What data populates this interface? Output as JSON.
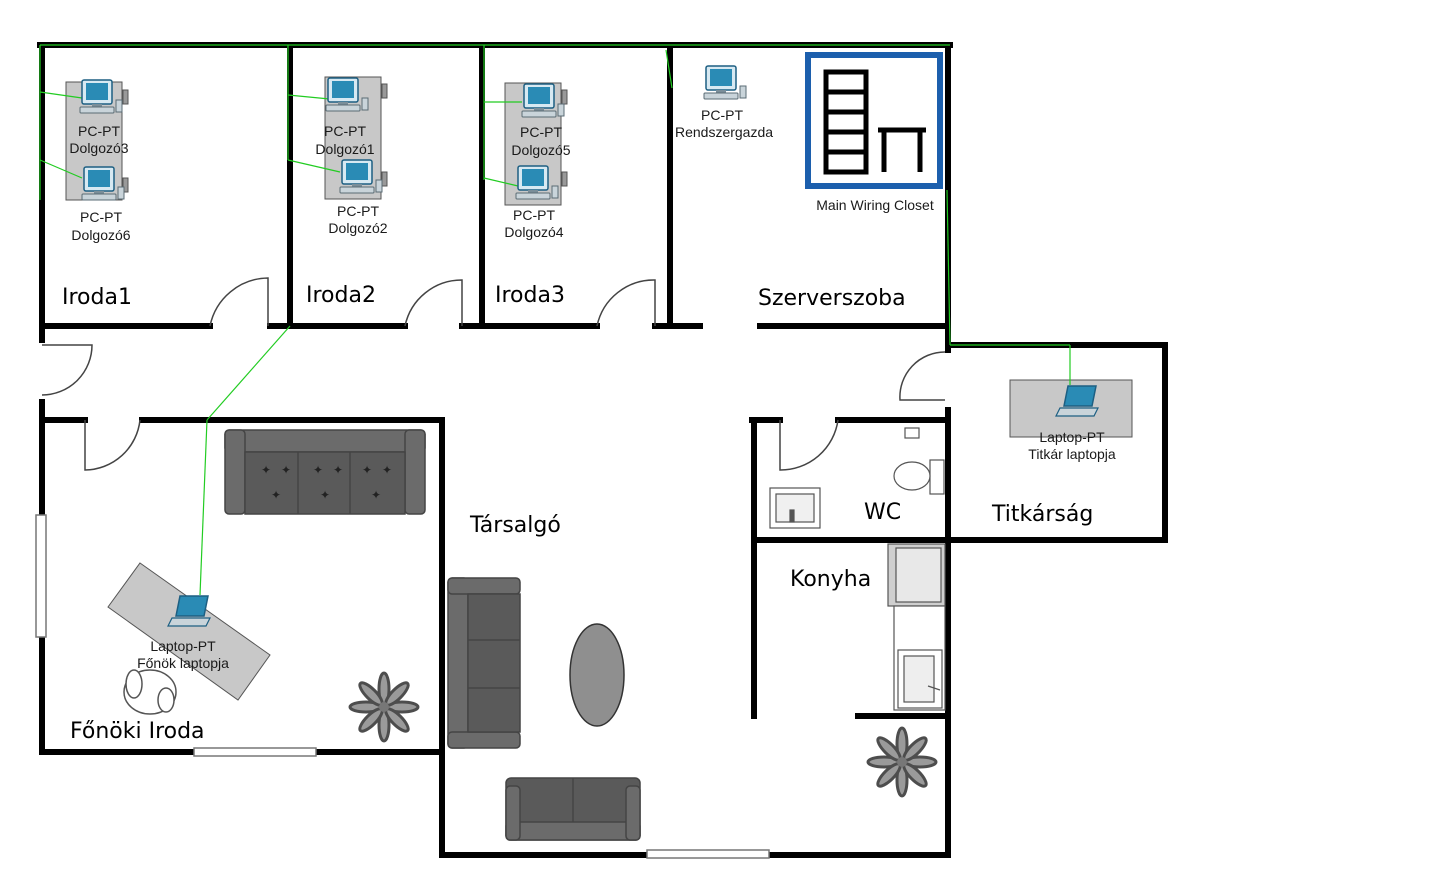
{
  "rooms": {
    "iroda1": "Iroda1",
    "iroda2": "Iroda2",
    "iroda3": "Iroda3",
    "szerverszoba": "Szerverszoba",
    "fonoki_iroda": "Főnöki Iroda",
    "tarsalgo": "Társalgó",
    "wc": "WC",
    "titkarsag": "Titkárság",
    "konyha": "Konyha"
  },
  "devices": {
    "pc_dolgozo3": {
      "type": "PC-PT",
      "name": "Dolgozó3"
    },
    "pc_dolgozo6": {
      "type": "PC-PT",
      "name": "Dolgozó6"
    },
    "pc_dolgozo1": {
      "type": "PC-PT",
      "name": "Dolgozó1"
    },
    "pc_dolgozo2": {
      "type": "PC-PT",
      "name": "Dolgozó2"
    },
    "pc_dolgozo5": {
      "type": "PC-PT",
      "name": "Dolgozó5"
    },
    "pc_dolgozo4": {
      "type": "PC-PT",
      "name": "Dolgozó4"
    },
    "pc_rendszergazda": {
      "type": "PC-PT",
      "name": "Rendszergazda"
    },
    "laptop_titkar": {
      "type": "Laptop-PT",
      "name": "Titkár laptopja"
    },
    "laptop_fonok": {
      "type": "Laptop-PT",
      "name": "Főnök laptopja"
    }
  },
  "wiring_closet": {
    "label": "Main Wiring Closet",
    "icon": "rack-table-icon"
  },
  "colors": {
    "wall": "#000000",
    "cable": "#22cc22",
    "closet_border": "#1c5fad",
    "furniture": "#6b6b6b",
    "desk": "#c8c8c8",
    "pc_screen": "#2a8bb5"
  }
}
